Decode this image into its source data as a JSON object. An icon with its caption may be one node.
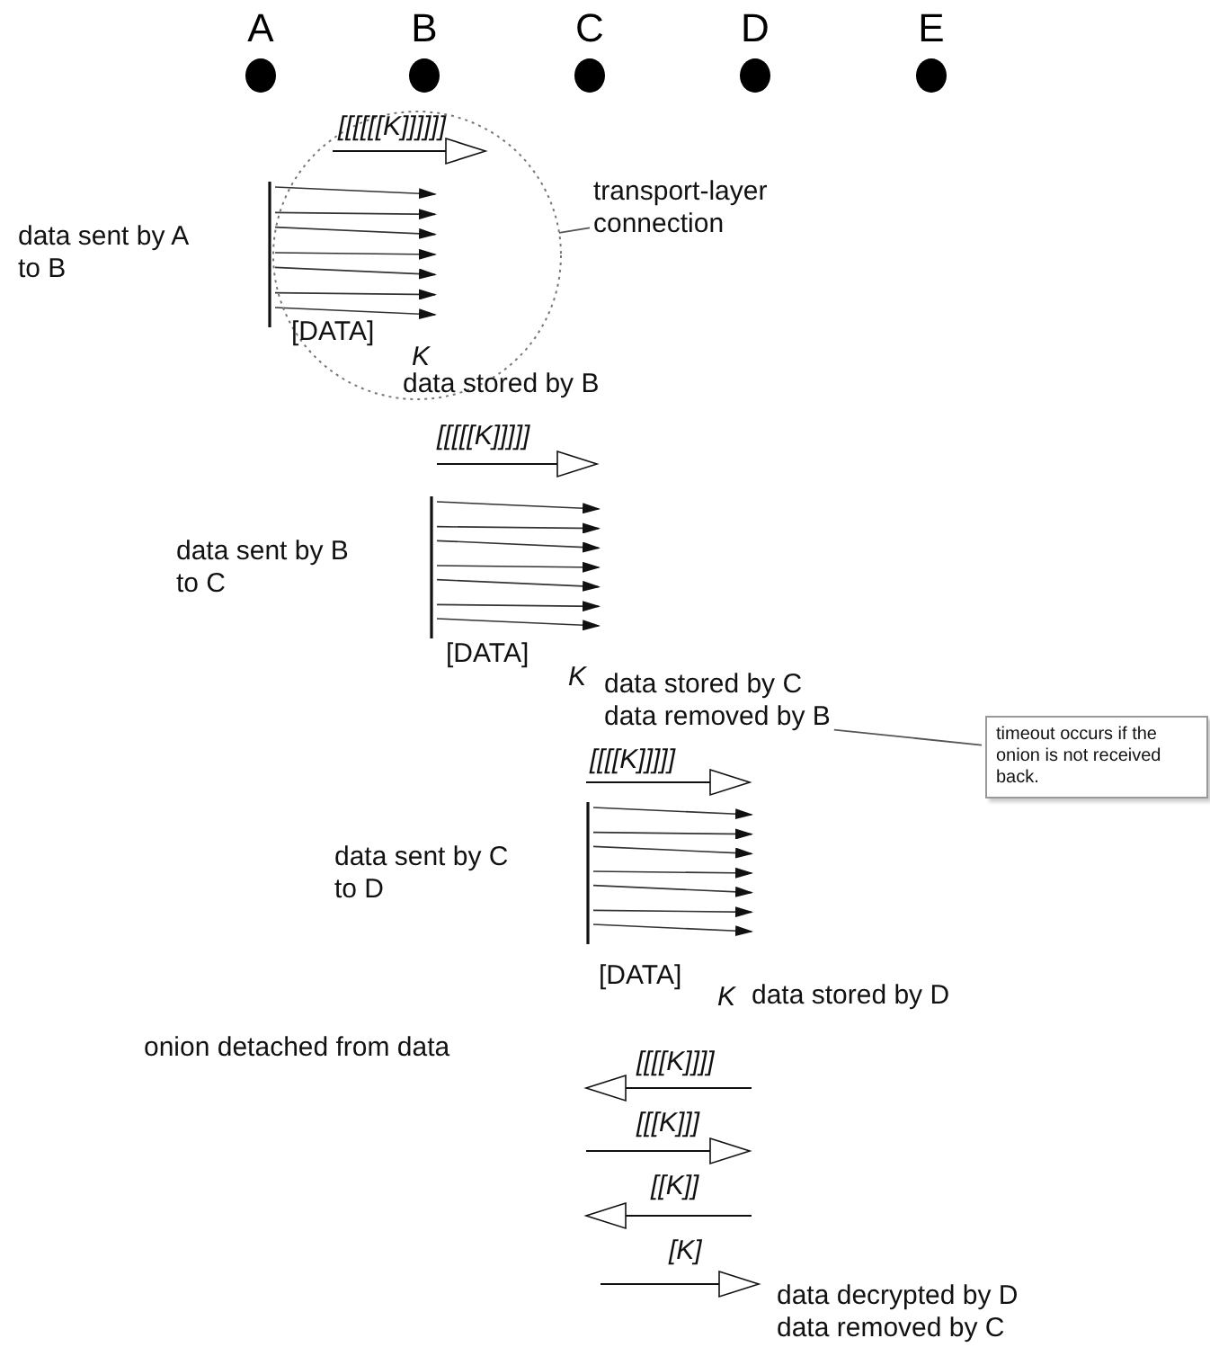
{
  "diagram": {
    "nodes": [
      {
        "text": [
          "A"
        ]
      },
      {
        "text": [
          "B"
        ]
      },
      {
        "text": [
          "C"
        ]
      },
      {
        "text": [
          "D"
        ]
      },
      {
        "text": [
          "E"
        ]
      },
      {
        "text": [],
        "shape": "circle"
      },
      {
        "text": [
          "transport-layer connection"
        ]
      },
      {
        "text": [
          "data removed by B"
        ]
      },
      {
        "text": [
          "timeout occurs if the onion is not received back."
        ]
      }
    ],
    "edges": [
      {
        "from": 6,
        "to": 5,
        "arrow": "none"
      },
      {
        "from": 7,
        "to": 8,
        "arrow": "none"
      }
    ],
    "labels": [
      "[[[[[[K]]]]]]",
      "data sent by A to B",
      "[DATA]",
      "K",
      "data stored by B",
      "[[[[[K]]]]]",
      "data sent by B to C",
      "[DATA]",
      "K",
      "data stored by C",
      "[[[[K]]]]]",
      "data sent by C to D",
      "[DATA]",
      "K",
      "data stored by D",
      "onion detached from data",
      "[[[[K]]]]",
      "[[[K]]]",
      "[[K]]",
      "[K]",
      "data decrypted by D",
      "data removed by C"
    ]
  }
}
